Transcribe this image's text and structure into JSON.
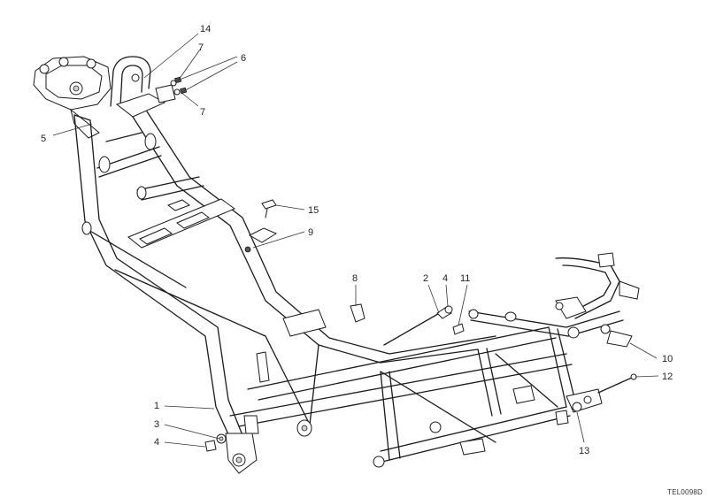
{
  "diagram": {
    "reference_code": "TEL0098D",
    "callouts": [
      {
        "id": "c1",
        "label": "1"
      },
      {
        "id": "c2",
        "label": "2"
      },
      {
        "id": "c3",
        "label": "3"
      },
      {
        "id": "c4a",
        "label": "4"
      },
      {
        "id": "c4b",
        "label": "4"
      },
      {
        "id": "c5",
        "label": "5"
      },
      {
        "id": "c6",
        "label": "6"
      },
      {
        "id": "c7a",
        "label": "7"
      },
      {
        "id": "c7b",
        "label": "7"
      },
      {
        "id": "c8",
        "label": "8"
      },
      {
        "id": "c9",
        "label": "9"
      },
      {
        "id": "c10",
        "label": "10"
      },
      {
        "id": "c11",
        "label": "11"
      },
      {
        "id": "c12",
        "label": "12"
      },
      {
        "id": "c13",
        "label": "13"
      },
      {
        "id": "c14",
        "label": "14"
      },
      {
        "id": "c15",
        "label": "15"
      }
    ]
  }
}
